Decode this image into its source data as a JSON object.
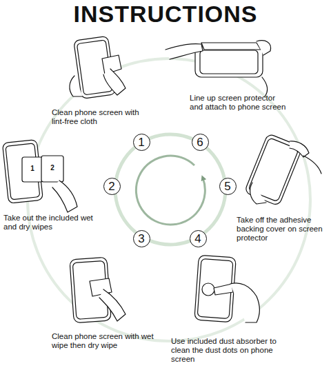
{
  "diagram": {
    "title": "INSTRUCTIONS",
    "nodes": [
      {
        "text": [
          "1"
        ]
      },
      {
        "text": [
          "2"
        ]
      },
      {
        "text": [
          "3"
        ]
      },
      {
        "text": [
          "4"
        ]
      },
      {
        "text": [
          "5"
        ]
      },
      {
        "text": [
          "6"
        ]
      }
    ],
    "labels": [
      "Clean phone screen with lint-free cloth",
      "Line up screen protector and attach to phone screen",
      "1",
      "2",
      "Take out the included wet and dry wipes",
      "Take off the adhesive backing cover on screen protector",
      "Clean phone screen with wet wipe then dry wipe",
      "Use included dust absorber to clean the dust dots on phone screen"
    ]
  }
}
